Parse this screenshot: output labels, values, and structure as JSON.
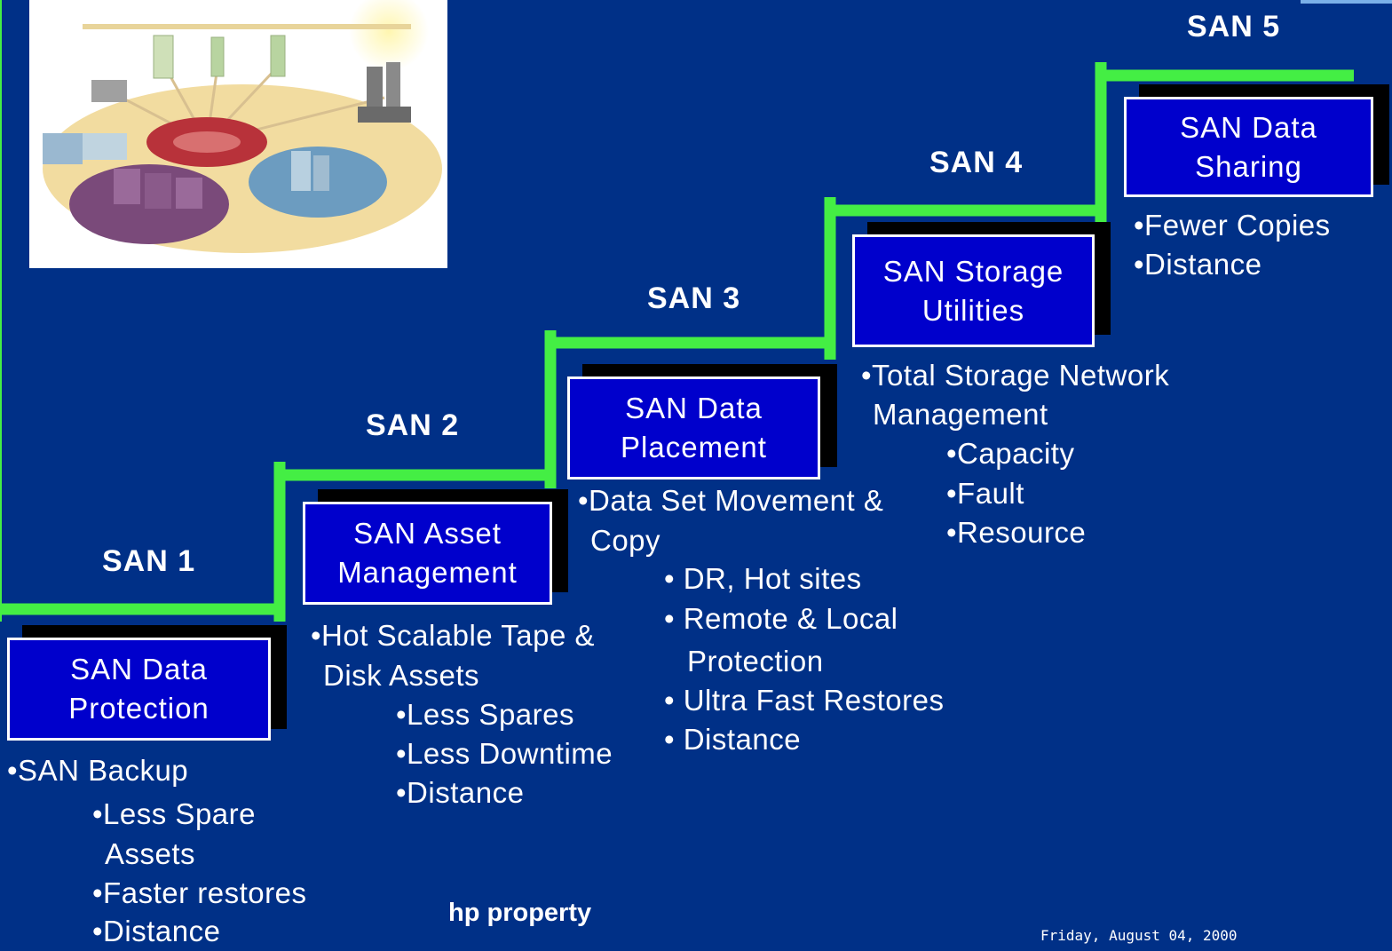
{
  "footer": {
    "property": "hp property",
    "date": "Friday, August 04, 2000"
  },
  "colors": {
    "background": "#003087",
    "stair": "#44ee44",
    "box": "#0000cc",
    "box_border": "#ffffff"
  },
  "stages": [
    {
      "label": "SAN 1",
      "title_line1": "SAN Data",
      "title_line2": "Protection",
      "bullets": [
        "•SAN Backup",
        "•Less Spare",
        "Assets",
        "•Faster restores",
        "•Distance"
      ]
    },
    {
      "label": "SAN 2",
      "title_line1": "SAN Asset",
      "title_line2": "Management",
      "bullets": [
        "•Hot Scalable Tape &",
        "Disk Assets",
        "•Less Spares",
        "•Less Downtime",
        "•Distance"
      ]
    },
    {
      "label": "SAN 3",
      "title_line1": "SAN Data",
      "title_line2": "Placement",
      "bullets": [
        "•Data Set Movement &",
        "Copy",
        "• DR, Hot sites",
        "• Remote & Local",
        "Protection",
        "• Ultra Fast Restores",
        "• Distance"
      ]
    },
    {
      "label": "SAN 4",
      "title_line1": "SAN Storage",
      "title_line2": "Utilities",
      "bullets": [
        "•Total Storage Network",
        "Management",
        "•Capacity",
        "•Fault",
        "•Resource"
      ]
    },
    {
      "label": "SAN 5",
      "title_line1": "SAN Data",
      "title_line2": "Sharing",
      "bullets": [
        "•Fewer Copies",
        "•Distance"
      ]
    }
  ]
}
